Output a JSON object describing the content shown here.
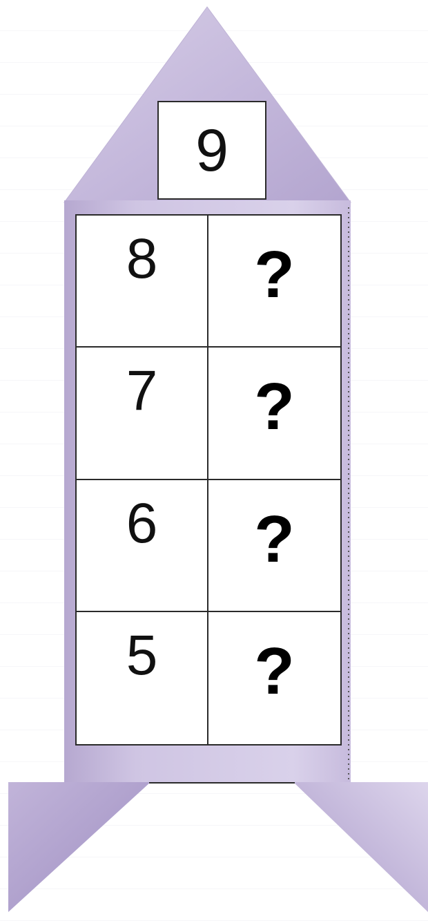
{
  "rocket": {
    "top_number": "9",
    "rows": [
      {
        "number": "8",
        "answer": "?"
      },
      {
        "number": "7",
        "answer": "?"
      },
      {
        "number": "6",
        "answer": "?"
      },
      {
        "number": "5",
        "answer": "?"
      }
    ]
  },
  "colors": {
    "body_light": "#ddd5ec",
    "body_dark": "#b3a5cf",
    "outline": "#2a2a2a"
  }
}
